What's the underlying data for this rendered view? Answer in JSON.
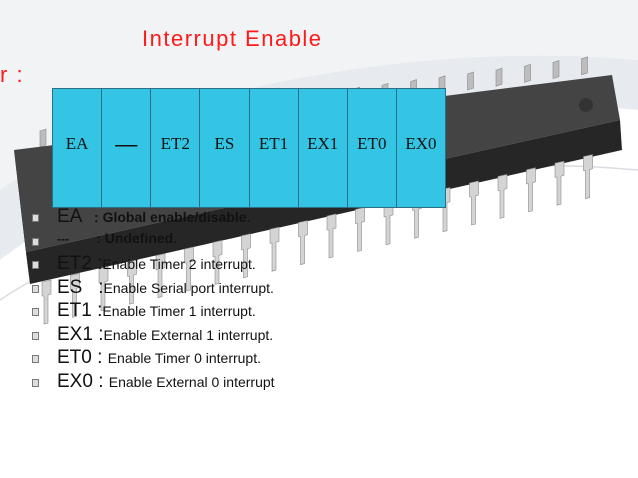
{
  "title": "Interrupt Enable",
  "title_continued": "r :",
  "register_bits": [
    "EA",
    "—",
    "ET2",
    "ES",
    "ET1",
    "EX1",
    "ET0",
    "EX0"
  ],
  "items": [
    {
      "key": "EA",
      "sep": "   : ",
      "desc": "Global enable/disable",
      "tail": "."
    },
    {
      "key": "---",
      "sep": "       : ",
      "desc": "Undefined",
      "tail": "."
    },
    {
      "key": "ET2",
      "sep": " :",
      "desc": "Enable Timer 2 interrupt",
      "tail": "."
    },
    {
      "key": "ES",
      "sep": "   :",
      "desc": "Enable Serial port interrupt",
      "tail": "."
    },
    {
      "key": "ET1",
      "sep": " :",
      "desc": "Enable Timer 1 interrupt",
      "tail": "."
    },
    {
      "key": "EX1",
      "sep": " :",
      "desc": "Enable External 1 interrupt",
      "tail": "."
    },
    {
      "key": "ET0",
      "sep": " : ",
      "desc": "Enable Timer 0 interrupt",
      "tail": "."
    },
    {
      "key": "EX0",
      "sep": " : ",
      "desc": "Enable External 0 interrupt",
      "tail": ""
    }
  ],
  "colors": {
    "title": "#ff1a1a",
    "register_fill": "#33c5e3",
    "chip_body": "#2e2e2e",
    "pins": "#c9c9c9"
  }
}
